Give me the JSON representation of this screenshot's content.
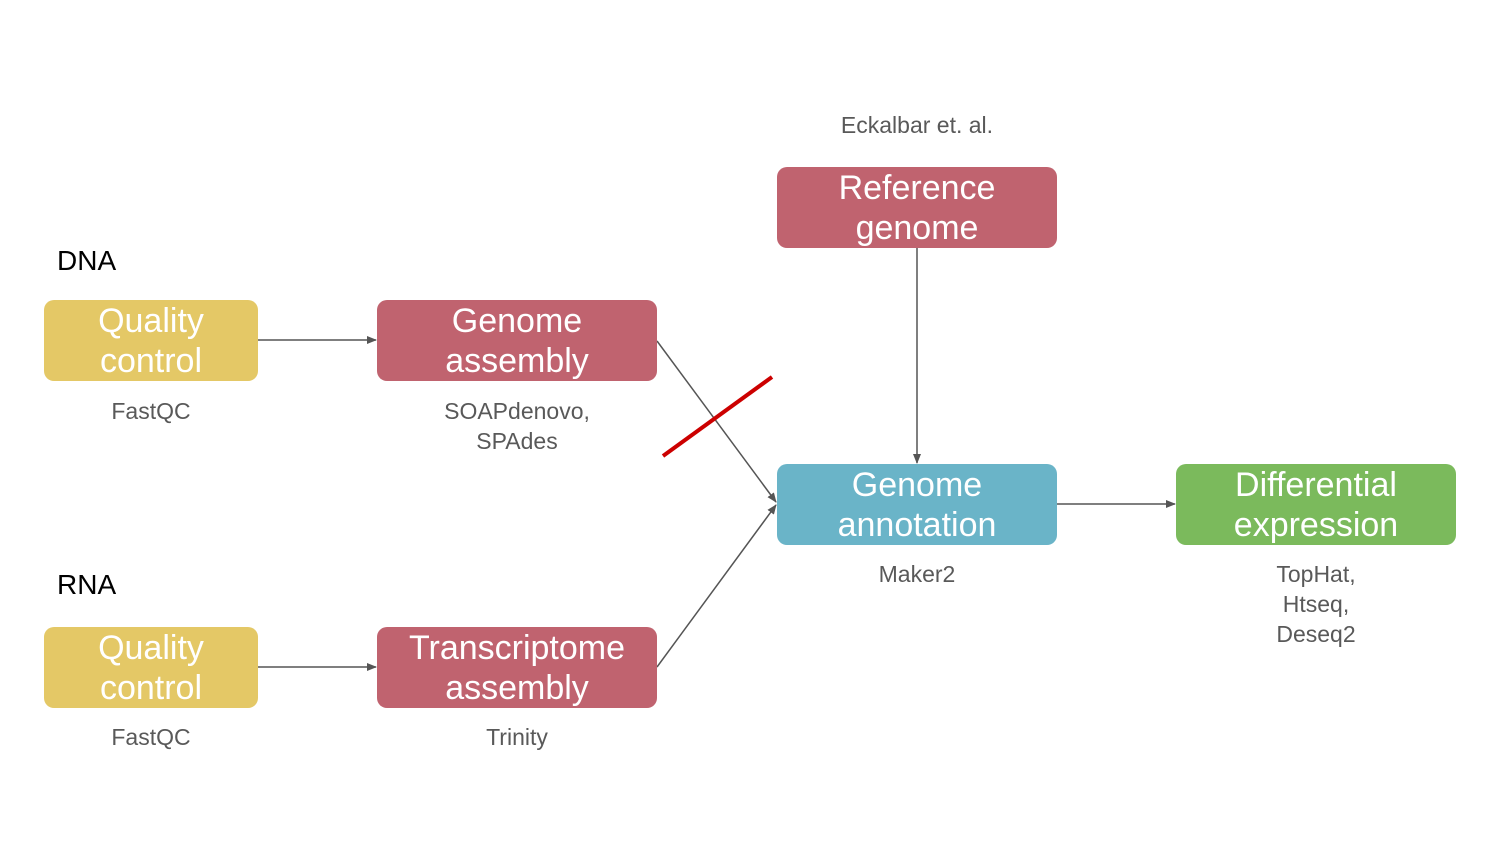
{
  "colors": {
    "quality_control": "#e4c866",
    "assembly": "#c0636f",
    "annotation": "#6ab4c8",
    "expression": "#7bba5c",
    "edge": "#555555",
    "strike_mark": "#cc0000"
  },
  "sections": {
    "dna": "DNA",
    "rna": "RNA"
  },
  "nodes": {
    "qc_dna": "Quality\ncontrol",
    "genome_assembly": "Genome\nassembly",
    "reference_genome": "Reference\ngenome",
    "genome_annotation": "Genome\nannotation",
    "differential_expression": "Differential\nexpression",
    "qc_rna": "Quality\ncontrol",
    "transcriptome_assembly": "Transcriptome\nassembly"
  },
  "captions": {
    "citation": "Eckalbar et. al.",
    "fastqc_dna": "FastQC",
    "soapdenovo": "SOAPdenovo,\nSPAdes",
    "maker2": "Maker2",
    "tophat": "TopHat,\nHtseq,\nDeseq2",
    "fastqc_rna": "FastQC",
    "trinity": "Trinity"
  }
}
